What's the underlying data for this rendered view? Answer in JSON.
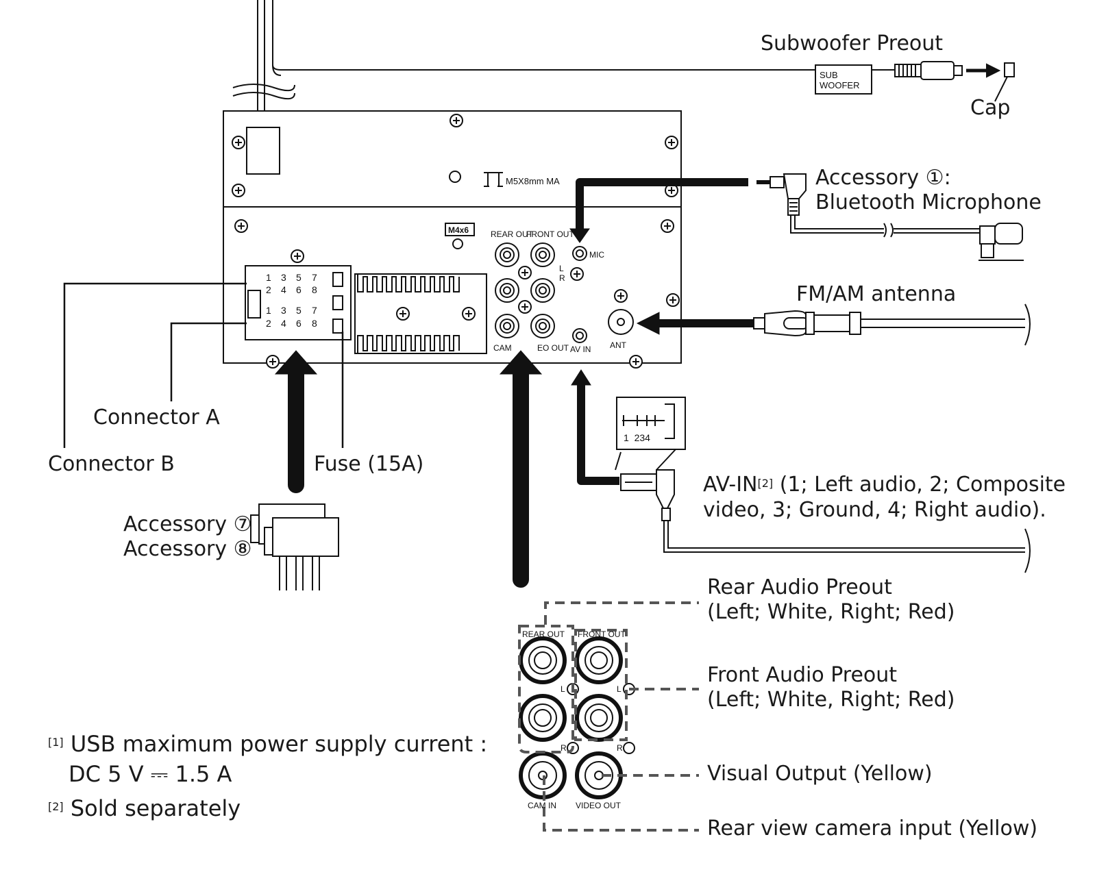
{
  "labels": {
    "subwoofer_preout": "Subwoofer Preout",
    "cap": "Cap",
    "accessory1_line1": "Accessory ①:",
    "accessory1_line2": "Bluetooth Microphone",
    "fm_am_antenna": "FM/AM antenna",
    "connector_a": "Connector A",
    "connector_b": "Connector B",
    "fuse": "Fuse (15A)",
    "accessory7": "Accessory ⑦",
    "accessory8": "Accessory ⑧",
    "avin_prefix": "AV-IN",
    "avin_ref": "[2]",
    "avin_line1_rest": " (1; Left audio, 2; Composite",
    "avin_line2": "video, 3; Ground, 4; Right audio).",
    "rear_audio_preout": "Rear Audio Preout",
    "rear_audio_colors": "(Left; White, Right; Red)",
    "front_audio_preout": "Front Audio Preout",
    "front_audio_colors": "(Left; White, Right; Red)",
    "visual_output": "Visual Output (Yellow)",
    "rear_camera_input": "Rear view camera input (Yellow)"
  },
  "footnotes": {
    "note1_ref": "[1]",
    "note1_line1": "USB maximum power supply current :",
    "note1_line2": "DC 5 V ⎓ 1.5 A",
    "note2_ref": "[2]",
    "note2_text": "Sold separately"
  },
  "panel_text": {
    "sub_woofer_line1": "SUB",
    "sub_woofer_line2": "WOOFER",
    "screw_spec": "M5X8mm MA",
    "m4x6": "M4x6",
    "rear_out": "REAR OUT",
    "front_out": "FRONT OUT",
    "mic": "MIC",
    "l": "L",
    "r": "R",
    "cam": "CAM",
    "video_out_partial": "EO OUT",
    "av_in": "AV IN",
    "ant": "ANT",
    "plug_pins": "1  234"
  },
  "connector_pins": {
    "row1": [
      "1",
      "3",
      "5",
      "7"
    ],
    "row2": [
      "2",
      "4",
      "6",
      "8"
    ]
  },
  "detail_text": {
    "rear_out": "REAR OUT",
    "front_out": "FRONT OUT",
    "l": "L",
    "r": "R",
    "cam_in": "CAM IN",
    "video_out": "VIDEO OUT"
  }
}
